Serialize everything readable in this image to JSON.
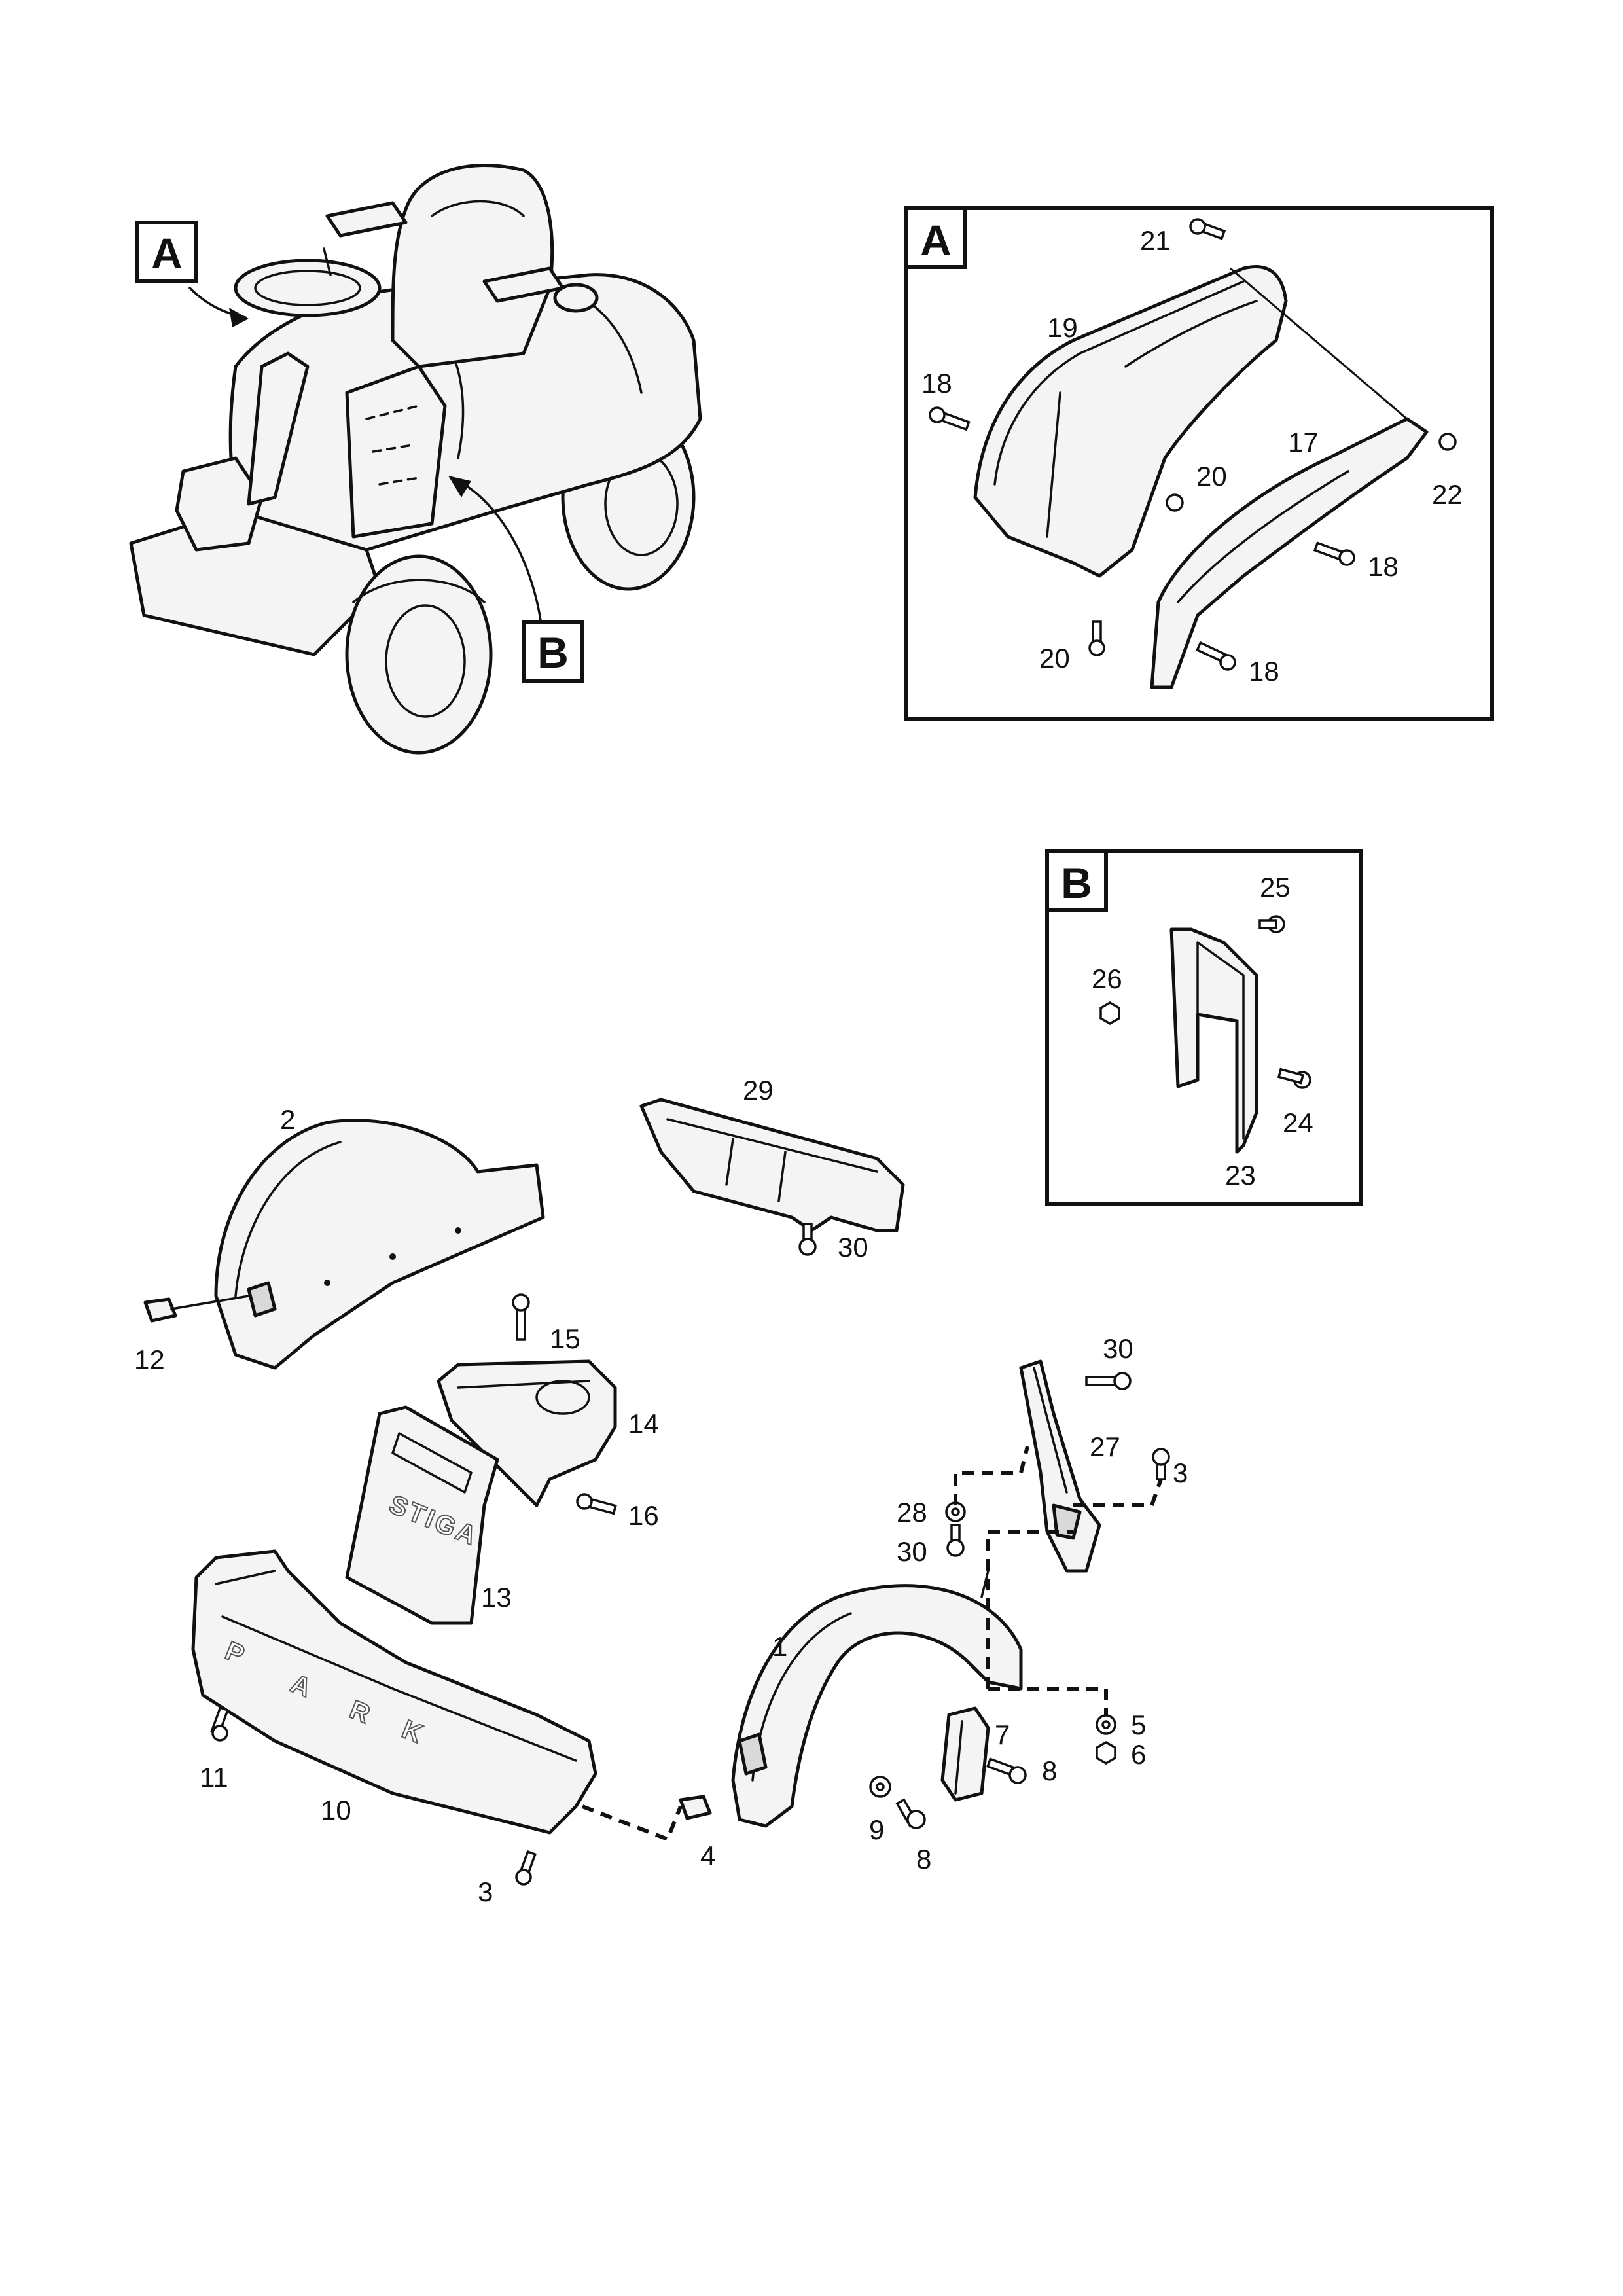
{
  "detail_tags": {
    "a": "A",
    "b": "B"
  },
  "brand_markings": {
    "bumper_letters": [
      "P",
      "A",
      "R",
      "K"
    ],
    "console_logo": "STIGA"
  },
  "part_labels": {
    "p1": "1",
    "p2": "2",
    "p3a": "3",
    "p3b": "3",
    "p4": "4",
    "p5": "5",
    "p6": "6",
    "p7": "7",
    "p8a": "8",
    "p8b": "8",
    "p9": "9",
    "p10": "10",
    "p11": "11",
    "p12": "12",
    "p13": "13",
    "p14": "14",
    "p15": "15",
    "p16": "16",
    "p17": "17",
    "p18a": "18",
    "p18b": "18",
    "p18c": "18",
    "p19": "19",
    "p20a": "20",
    "p20b": "20",
    "p21": "21",
    "p22": "22",
    "p23": "23",
    "p24": "24",
    "p25": "25",
    "p26": "26",
    "p27": "27",
    "p28": "28",
    "p29": "29",
    "p30a": "30",
    "p30b": "30",
    "p30c": "30"
  }
}
